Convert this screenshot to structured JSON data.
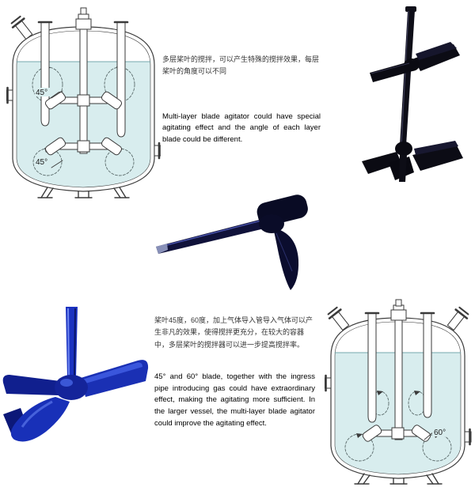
{
  "page": {
    "background": "#ffffff"
  },
  "top_section": {
    "chinese": "多层桨叶的搅拌，可以产生特殊的搅拌效果，每层桨叶的角度可以不同",
    "english": "Multi-layer blade agitator could have special agitating effect and the angle of each layer blade could be different."
  },
  "bottom_section": {
    "chinese": "桨叶45度，60度，加上气体导入管导入气体可以产生非凡的效果，使得搅拌更充分，在较大的容器中，多层桨叶的搅拌器可以进一步提高搅拌率。",
    "english": "45° and 60° blade, together with the ingress pipe introducing gas could have extraordinary effect, making the agitating more sufficient. In the larger vessel, the multi-layer blade agitator could improve the agitating effect."
  },
  "left_diagram": {
    "angle_label_upper": "45°",
    "angle_label_lower": "45°"
  },
  "right_diagram": {
    "angle_label": "60°"
  },
  "colors": {
    "liquid_fill": "#d8edee",
    "diagram_line": "#3a3a3a",
    "black_agitator": "#0c0c14",
    "blue_agitator": "#1b32c0",
    "navy_propeller": "#10123a"
  }
}
